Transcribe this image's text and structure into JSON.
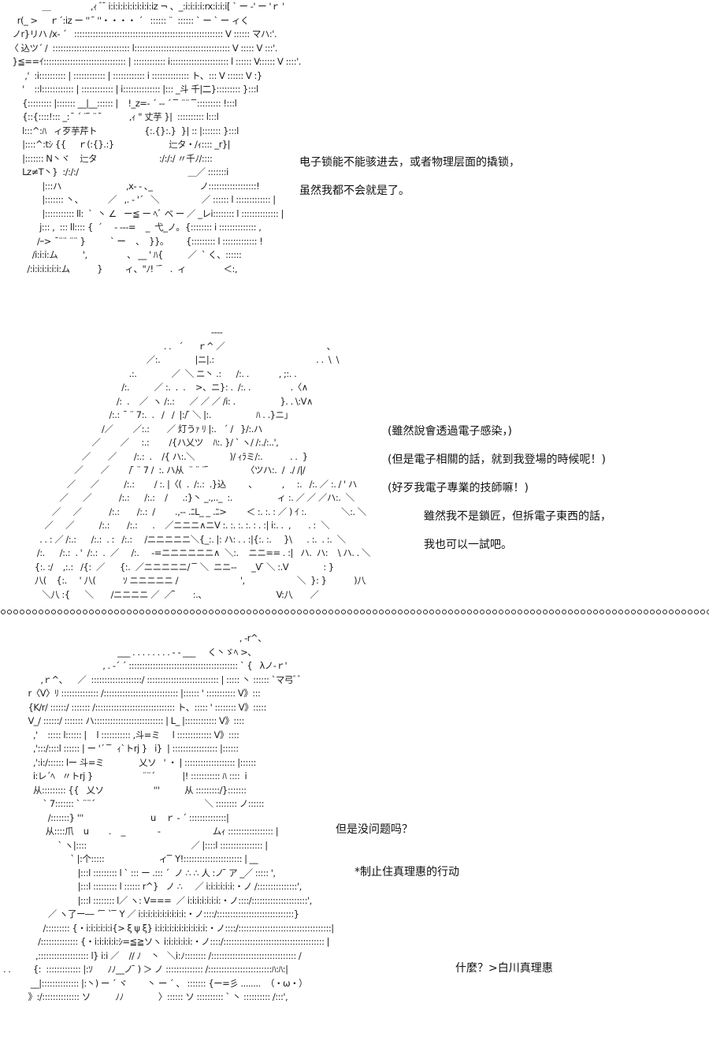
{
  "panels": [
    {
      "art": "               ＿                ,ｨ ﾞ ̄ i:i:i:i:i:i:i:i:i:iz ¬ 、_:i:i:i:i:rx:i:i:i[ ` ー ‐' ー 'ｒ '\n     r(_ >     ｒ´:iz ー ''  ̄ ''・・・・ ´   :::::: ¨  :::::: ` ー ` ー ィく\n   ノr}リハ /x- ´   :::::::::::::::::::::::::::::::::::::::::::::::::::::::: V :::::: マハ:'.\n  〈 込ツ´ /  ::::::::::::::::::::::::::::: l:::::::::::::::::::::::::::::::::::: V ::::: V :::'.\n   }≦==ｲ::::::::::::::::::::::::::::::: | :::::::::::: i:::::::::::::::::::::: l :::::: V:::::: V ::::'.\n        ,'  :i:::::::::: | :::::::::::: | :::::::::::: i :::::::::::::: ト、::: V :::::: V :}\n       '    ::l:::::::::::: | :::::::::::: | i:::::::::::::: |::: _斗 千|二}::::::::: }:::l\n       {::::::::: |::::::: __|__:::::: |    !_z=- ´ ‐- ´  ̄ ̄ ¨¨  ̄ ̄::::::::: !:::l\n       {::{::::!::: _:  ̄ ´ ¨ ̄ ¨  ̄           ,ｨ \" 丈芋 }|  :::::::::: l:::l\n       l:::^:ﾊ   ィ歹芋芹ト                   {:.{}:.}  }| :: |::::::: }:::l\n       |::::^:tｼ {{     ｒ(:{}.:}                      辷タ・/ｨ:::: _r}|\n       |::::::: N丶ヾ    辷タ                         :/:/:/ 〃千ﾉ/::::\n       Lz≠T丶}  :/:/:/                                            ＿／ :::::::i\n               |:::ハ                          ,x- - ､_                   ノ::::::::::::::::::!\n               |::::::: 丶、          ／   ,. ‐ '´   ＼                 ／ :::::: l ::::::::::::: |\n               |::::::::::: ll:  `  丶 ∠   ー≦ ー ﾍﾞ ベ ー ／ _レi:::::::: l :::::::::::::: |\n              j::: ,  ::: ll:::: {  ´     ‐ ---=    _  弋_ノ｡  {:::::::: i :::::::::::::: ,\n             /ｰ>   ̄¨¨ ¨¨ }          ` ー    、  }}。       {::::::::: l ::::::::::::: !\n           /i:i:i:ム          ',                、 __ ' ﾊ{          ／  ` く、::::::\n         /:i:i:i:i:i:i:ム           }         ィ、\"ﾉ! ¨ ̄   .  ィ               ＜:,",
      "lines": [
        "电子锁能不能骇进去，或者物理层面的撬锁，",
        "虽然我都不会就是了。"
      ]
    },
    {
      "art": "                                                                            ----\n                                                         . .   ´      ｒ^ ／                                         、\n                                                  ／:.              |ニ|.:                                         . .  \\  \\\n                                           .:.              ／  ＼ ニ丶 .:      /:. .            , ;:. .\n                                        /:.          ／ :.  .  .    >、ニ}: .  /:. .                .〈∧\n                                      /:  .    ／  ヽ /:.:      ／ ／ ／ /i: .                  }. . \\:V∧\n                                   /:.:   ̄ ¨ 7:.  .   /   /  |:/ ̄ ＼ |:.                  ﾊ . .}ニ」\n                                /／        ／:.:       ／ 灯うｧ ﾘ |:.   ´ /   }/:.ハ\n                            ／        ／     :.:        /{ハ乂ツ    ﾊ:. }/ ` ヽ/ /:./:..',\n                        ／       ／       /:.:  .    /{ ハ:.＼              )/ ｨﾗミ/:.           . .  }\n                     ／       ／        / ̄ ¨ 7 /  :. ハ从  ¨ ¨ ¨ ̄               〈ツハ:.  /  ./ /|/\n                  ／      ／          /:.:        / :. |〈(  .  /:.:  .}込         、          ,     :.   /:. ／ :. / ' ハ\n               ／      ／           /:.:      /:.:    /      .:}丶 _.,.._  :.                  ィ :. ／ ／ ／ハ:.  ＼\n            ／     ／           /:.:       /:.:  /        .,-‐ .ﾆL_ _ .ﾆ>        ＜ :. :. : ／ ) ｲ :.              ＼:. ＼\n         ／     ／          /:.:       /:.:      .    ／ニニニ∧ニV :. :. :. :. : . :| i:. .  ,       . :  ＼\n       . . : ／ /:.:      /:.:  . :   /:.:     /ニニニニニ＼{_:. |: ハ: . . :|{:. :.     }\\      . :.  . :.  ＼\n      /:.      /:.:  . '  /:.:  .  ／     /:.     -=ニニニニニニ∧  ＼:.    ニニ== . :|   ハ.  ハ:    \\ ハ. . ＼\n     {:. :/    ,:.:   /{:  ／      {:.  ／ニニニニニ/  ̄ ̄ ＼  ニニ--      _V ̄ ＼ :.V              : }\n     八(    {:.     ' 八(           ｿ ニニニニニ /                         ',                     ＼  }: }           )八\n        ＼八 :{      ＼       /ニニニニ ／  ／ ̄       :.、                            V:八       ／",
      "lines": [
        "(雖然說會透過電子感染，)",
        "(但是電子相關的話，就到我登場的時候呢！)",
        "(好歹我電子專業的技師嘛！)",
        "雖然我不是鎖匠，但拆電子東西的話，",
        "我也可以一試吧。"
      ]
    },
    {
      "art": "                                                                                               , -r^、\n                                              ___ . . . . . . . . - ‐ ___     く丶ゞﾍ >、\n                                        , . -´ ´ ::::::::::::::::::::::::::::::::::::::::: ` {   λノ-ｒ'\n               ,ｒ^、    ／  :::::::::::::::::::/ ::::::::::::::::::::::::::: | ::::: 丶 :::::: `マ弓ﾞﾞ\n          r〈V〉ﾘ :::::::::::::: /:::::::::::::::::::::::::::: |:::::: ' ::::::::::: V》:::\n          {K/r/ ::::::/ ::::::: /:::::::::::::::::::::::::::::: ト、::::: ' :::::::: V》:::::\n          V_/ ::::::/ ::::::: ハ:::::::::::::::::::::::::: | L_ |:::::::::::: V》::::\n            ,'    ::::: l:::::: |    l ::::::::::: ,斗=ミ     l ::::::::::::: V》::::\n            ,':::/::::l :::::: | ー '´  ̄ ̄  ｨ`トrj }   i}  | ::::::::::::::::: |::::::\n            ,':i:/:::::: lー 斗=ミ              乂ソ   ' ・ | ::::::::::::::::::: |::::::\n            i:レ´ﾍ   〃トrj }                    ¨¨´           |! ::::::::::: ﾊ ::::  i\n            从::::::::: {{   乂ソ                    '''          从 :::::::::/}:::::::\n                ` 7::::::: ` ¨¨´                                            ＼ :::::::: ノ::::::\n                  /:::::::} '''                           u    ｒ - ´ ::::::::::::::|\n                 从::::爪    u        .    _             ‐                     ムｨ ::::::::::::::::: |\n                      ` ヽ|::::                                          ／ |::::l :::::::::::::::: |\n                           ` |:个:::::                      ィ ̄ ̄ Y!:::::::::::::::::::::: | __\n                              |:::l ::::::::: l ` ::: ー .::: ´  ノ ∴ ∴ 人 :ノ ̄ ア _／ ::::: ',\n                              |:::l ::::::::: l :::::: r^}   ノ ∴     ／ i:i:i:i:i:i:・ノ /:::::::::::::::',\n                              |:::l :::::::: l／ ヽ: V===  ／ i:i:i:i:i:i:i:・ノ::::/:::::::::::::::::::::',\n                  ／ ヽ了ー― ´ ̄ ̄ ` ̄ ̄ Y ／ i:i:i:i:i:i:i:i:i:i:・ノ::::/:::::::::::::::::::::::::::::}\n                /::::::::: {・i:i:i:i:i:i{> ξ ψ ξ} i:i:i:i:i:i:i:i:i:i:i:・ノ::::/:::::::::::::::::::::::::::::::::::|\n              /:::::::::::::: {・i:i:i:i:i:ｼ=≦≧ソヽ i:i:i:i:i:i:・ノ::::/:::::::::::::::::::::::::::::::::::::: |\n             ,::::::::::::::::::: l} i:i ／    // ﾉ    丶   ＼i:ﾉ:::::::: /:::::::::::::::::::::::::::::::: /\n. .         {:  ::::::::::::: |:ｿ      ﾉﾉ__ノ ̄ ) ＞ ノ :::::::::::::: /::::::::::::::::::::::::ﾊ:ﾊ:|\n           __|:::::::::::::: |:丶) ー ´ ヾ        丶 ー ´ 、 ::::::: {ー=彡 ........  （・ω・）\n          》:/:::::::::::::: ソ          ﾉﾉ              〉:::::: ソ :::::::::: ` 丶 :::::::::: /:::',",
      "lines": [
        "但是没问题吗？",
        "*制止住真理惠的行动",
        "什麼？>白川真理惠"
      ]
    }
  ]
}
